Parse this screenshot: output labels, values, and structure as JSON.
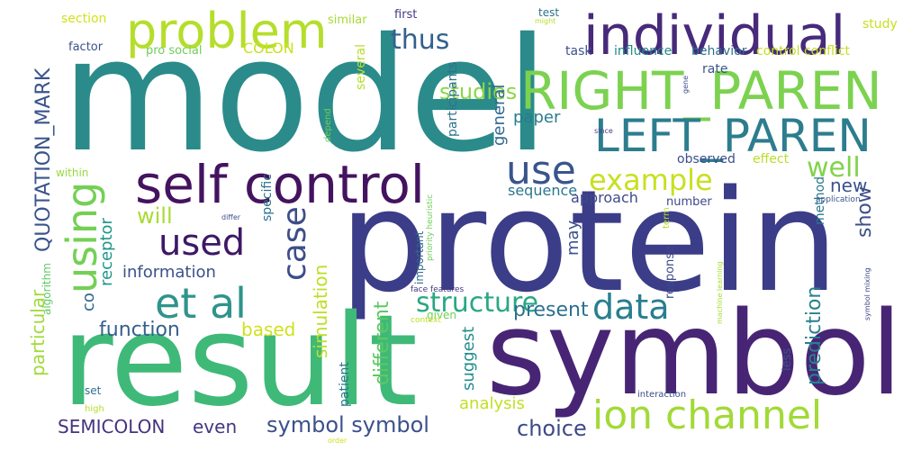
{
  "words": [
    {
      "text": "model",
      "color": "#2a8b8a"
    },
    {
      "text": "protein",
      "color": "#3b3d88"
    },
    {
      "text": "result",
      "color": "#3fb978"
    },
    {
      "text": "symbol",
      "color": "#482574"
    },
    {
      "text": "RIGHT_PAREN",
      "color": "#7cd250"
    },
    {
      "text": "LEFT_PAREN",
      "color": "#2c7d8e"
    },
    {
      "text": "individual",
      "color": "#472a7a"
    },
    {
      "text": "problem",
      "color": "#b5de2b"
    },
    {
      "text": "self control",
      "color": "#44135f"
    },
    {
      "text": "ion channel",
      "color": "#a2da37"
    },
    {
      "text": "et al",
      "color": "#2f948b"
    },
    {
      "text": "using",
      "color": "#74d055"
    },
    {
      "text": "used",
      "color": "#3e1866"
    },
    {
      "text": "use",
      "color": "#3a548c"
    },
    {
      "text": "example",
      "color": "#c8e020"
    },
    {
      "text": "structure",
      "color": "#29a882"
    },
    {
      "text": "case",
      "color": "#3d4d8a"
    },
    {
      "text": "data",
      "color": "#277f8e"
    },
    {
      "text": "thus",
      "color": "#33618d"
    },
    {
      "text": "studies",
      "color": "#8bd646"
    },
    {
      "text": "symbol symbol",
      "color": "#3b518b"
    },
    {
      "text": "well",
      "color": "#82d34c"
    },
    {
      "text": "will",
      "color": "#a8db34"
    },
    {
      "text": "choice",
      "color": "#3e4a89"
    },
    {
      "text": "SEMICOLON",
      "color": "#46337e"
    },
    {
      "text": "QUOTATION_MARK",
      "color": "#3a548c"
    },
    {
      "text": "show",
      "color": "#3c4f8a"
    },
    {
      "text": "prediction",
      "color": "#27808e"
    },
    {
      "text": "present",
      "color": "#2c718e"
    },
    {
      "text": "function",
      "color": "#36608d"
    },
    {
      "text": "information",
      "color": "#3b518b"
    },
    {
      "text": "particular",
      "color": "#a0da39"
    },
    {
      "text": "based",
      "color": "#d0e11c"
    },
    {
      "text": "simulation",
      "color": "#bddf26"
    },
    {
      "text": "even",
      "color": "#453781"
    },
    {
      "text": "different",
      "color": "#5ec962"
    },
    {
      "text": "suggest",
      "color": "#228c8d"
    },
    {
      "text": "analysis",
      "color": "#c2df23"
    },
    {
      "text": "paper",
      "color": "#287c8e"
    },
    {
      "text": "general",
      "color": "#31688e"
    },
    {
      "text": "may",
      "color": "#3a548c"
    },
    {
      "text": "sequence",
      "color": "#2a768e"
    },
    {
      "text": "receptor",
      "color": "#1f978b"
    },
    {
      "text": "new",
      "color": "#3b528b"
    },
    {
      "text": "co",
      "color": "#31688e"
    },
    {
      "text": "COLON",
      "color": "#cae11f"
    },
    {
      "text": "approach",
      "color": "#3e4a89"
    },
    {
      "text": "specific",
      "color": "#2c718e"
    },
    {
      "text": "observed",
      "color": "#3d4e8a"
    },
    {
      "text": "effect",
      "color": "#b8de29"
    },
    {
      "text": "number",
      "color": "#3f4889"
    },
    {
      "text": "method",
      "color": "#2a768e"
    },
    {
      "text": "rate",
      "color": "#3a548c"
    },
    {
      "text": "behavior",
      "color": "#2e6e8e"
    },
    {
      "text": "control conflict",
      "color": "#c5e021"
    },
    {
      "text": "influence",
      "color": "#238a8d"
    },
    {
      "text": "task",
      "color": "#3b528b"
    },
    {
      "text": "participants",
      "color": "#2c718e"
    },
    {
      "text": "several",
      "color": "#b5de2b"
    },
    {
      "text": "similar",
      "color": "#a5db36"
    },
    {
      "text": "first",
      "color": "#443a83"
    },
    {
      "text": "test",
      "color": "#2d708e"
    },
    {
      "text": "might",
      "color": "#b5de2b"
    },
    {
      "text": "study",
      "color": "#c8e020"
    },
    {
      "text": "section",
      "color": "#d2e21b"
    },
    {
      "text": "factor",
      "color": "#3b528b"
    },
    {
      "text": "pro social",
      "color": "#6ece58"
    },
    {
      "text": "within",
      "color": "#98d83e"
    },
    {
      "text": "algorithm",
      "color": "#5ec962"
    },
    {
      "text": "important",
      "color": "#31688e"
    },
    {
      "text": "patient",
      "color": "#2a768e"
    },
    {
      "text": "given",
      "color": "#6ece58"
    },
    {
      "text": "response",
      "color": "#3f4889"
    },
    {
      "text": "less",
      "color": "#3a548c"
    },
    {
      "text": "interaction",
      "color": "#3e4a89"
    },
    {
      "text": "set",
      "color": "#2c718e"
    },
    {
      "text": "high",
      "color": "#b5de2b"
    },
    {
      "text": "context",
      "color": "#bddf26"
    },
    {
      "text": "face features",
      "color": "#453781"
    },
    {
      "text": "machine learning",
      "color": "#a5db36"
    },
    {
      "text": "symbol mixing",
      "color": "#3e4a89"
    },
    {
      "text": "since",
      "color": "#443a83"
    },
    {
      "text": "application",
      "color": "#3a548c"
    },
    {
      "text": "depend",
      "color": "#6ece58"
    },
    {
      "text": "term",
      "color": "#b5de2b"
    },
    {
      "text": "priority heuristic",
      "color": "#6ece58"
    },
    {
      "text": "differ",
      "color": "#3b528b"
    },
    {
      "text": "gene",
      "color": "#3e4a89"
    },
    {
      "text": "order",
      "color": "#d0e11c"
    }
  ]
}
